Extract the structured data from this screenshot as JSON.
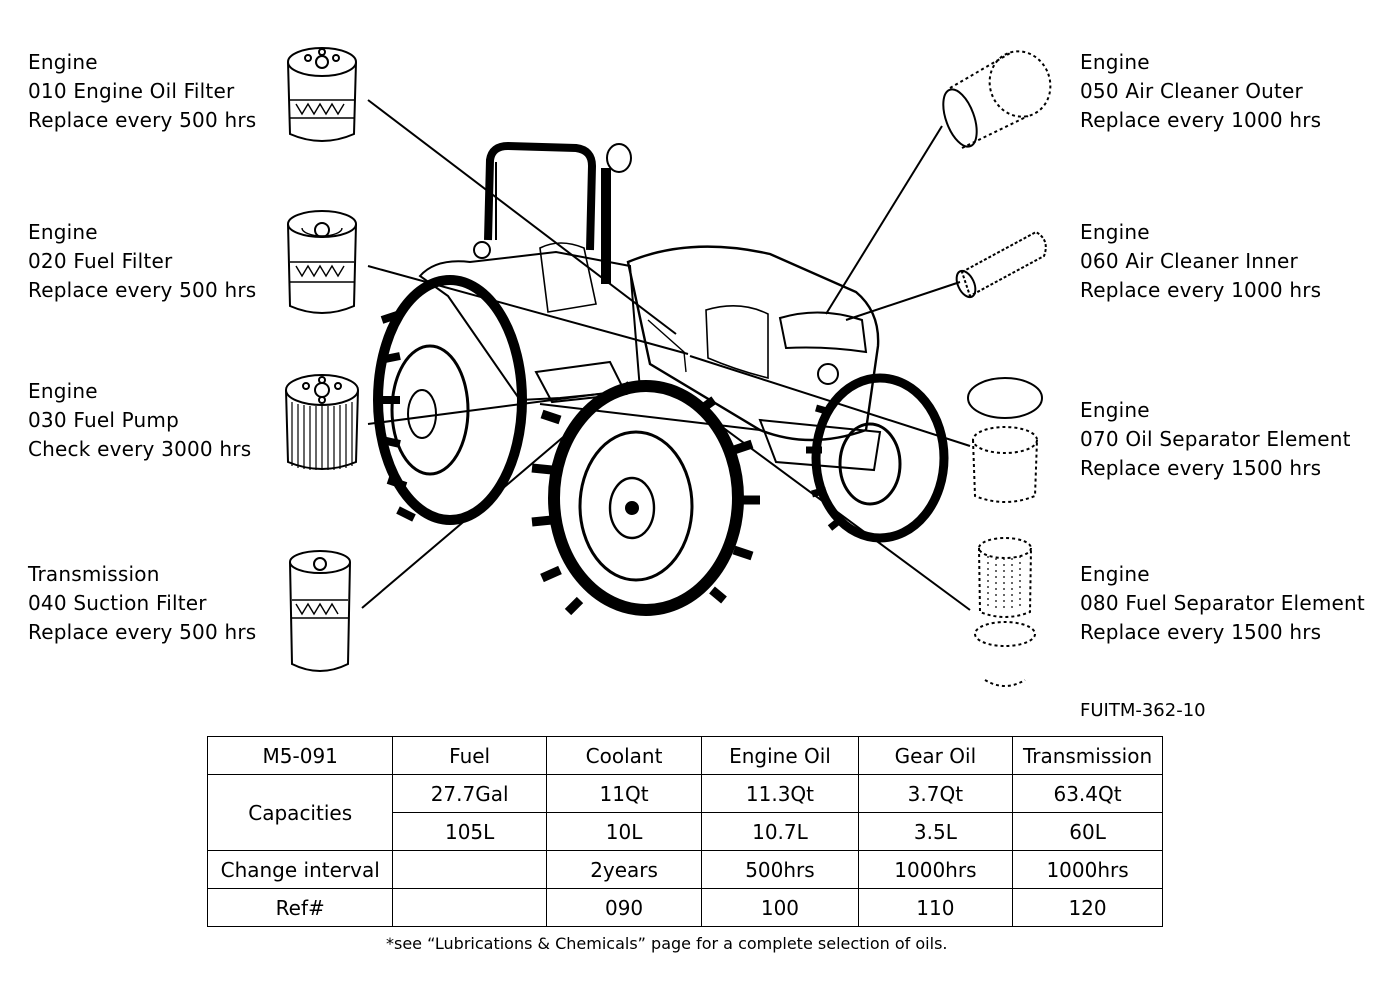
{
  "callouts": {
    "oil_filter": {
      "system": "Engine",
      "part": "010 Engine Oil Filter",
      "interval": "Replace every 500 hrs"
    },
    "fuel_filter": {
      "system": "Engine",
      "part": "020 Fuel Filter",
      "interval": "Replace every 500 hrs"
    },
    "fuel_pump": {
      "system": "Engine",
      "part": "030 Fuel Pump",
      "interval": "Check every 3000 hrs"
    },
    "suction_filter": {
      "system": "Transmission",
      "part": "040 Suction Filter",
      "interval": "Replace every 500 hrs"
    },
    "air_outer": {
      "system": "Engine",
      "part": "050 Air Cleaner Outer",
      "interval": "Replace every 1000 hrs"
    },
    "air_inner": {
      "system": "Engine",
      "part": "060 Air Cleaner Inner",
      "interval": "Replace every 1000 hrs"
    },
    "oil_separator": {
      "system": "Engine",
      "part": "070 Oil Separator Element",
      "interval": "Replace every 1500 hrs"
    },
    "fuel_separator": {
      "system": "Engine",
      "part": "080 Fuel Separator Element",
      "interval": "Replace every 1500 hrs"
    }
  },
  "doc_id": "FUITM-362-10",
  "table": {
    "model": "M5-091",
    "columns": [
      "Fuel",
      "Coolant",
      "Engine Oil",
      "Gear Oil",
      "Transmission"
    ],
    "capacities_label": "Capacities",
    "capacities_us": [
      "27.7Gal",
      "11Qt",
      "11.3Qt",
      "3.7Qt",
      "63.4Qt"
    ],
    "capacities_metric": [
      "105L",
      "10L",
      "10.7L",
      "3.5L",
      "60L"
    ],
    "change_interval_label": "Change interval",
    "change_interval": [
      "",
      "2years",
      "500hrs",
      "1000hrs",
      "1000hrs"
    ],
    "ref_label": "Ref#",
    "ref": [
      "",
      "090",
      "100",
      "110",
      "120"
    ]
  },
  "footnote": "*see “Lubrications & Chemicals” page for a complete selection of oils."
}
